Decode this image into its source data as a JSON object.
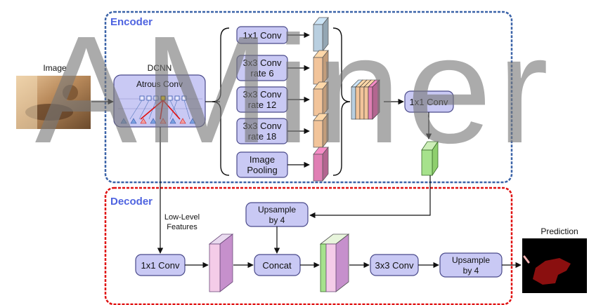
{
  "encoder": {
    "title": "Encoder",
    "border_color": "#3b63a8",
    "title_color": "#4e63e0"
  },
  "decoder": {
    "title": "Decoder",
    "border_color": "#e01010",
    "title_color": "#4e63e0"
  },
  "input": {
    "label": "Image"
  },
  "dcnn": {
    "label": "DCNN",
    "inner_label": "Atrous Conv"
  },
  "aspp": {
    "branches": [
      {
        "lines": [
          "1x1 Conv"
        ],
        "color": "#b9cfe0"
      },
      {
        "lines": [
          "3x3 Conv",
          "rate 6"
        ],
        "color": "#f2c49a"
      },
      {
        "lines": [
          "3x3 Conv",
          "rate 12"
        ],
        "color": "#f2c49a"
      },
      {
        "lines": [
          "3x3 Conv",
          "rate 18"
        ],
        "color": "#f2c49a"
      },
      {
        "lines": [
          "Image",
          "Pooling"
        ],
        "color": "#e07fb4"
      }
    ]
  },
  "encoder_conv": {
    "label": "1x1 Conv"
  },
  "decoder_blocks": {
    "upsample_top": [
      "Upsample",
      "by 4"
    ],
    "low_level": [
      "Low-Level",
      "Features"
    ],
    "conv1x1": "1x1 Conv",
    "concat": "Concat",
    "conv3x3": "3x3 Conv",
    "upsample_out": [
      "Upsample",
      "by 4"
    ]
  },
  "output": {
    "label": "Prediction"
  },
  "watermark": "AMiner",
  "colors": {
    "block_fill": "#c9c9f4",
    "block_stroke": "#4a4a8a",
    "feature_green": "#a6e28c",
    "feature_pink": "#f4cce8",
    "feature_purple": "#d4a6d8",
    "prediction_bg": "#000000",
    "prediction_fg": "#8a0f0f"
  }
}
